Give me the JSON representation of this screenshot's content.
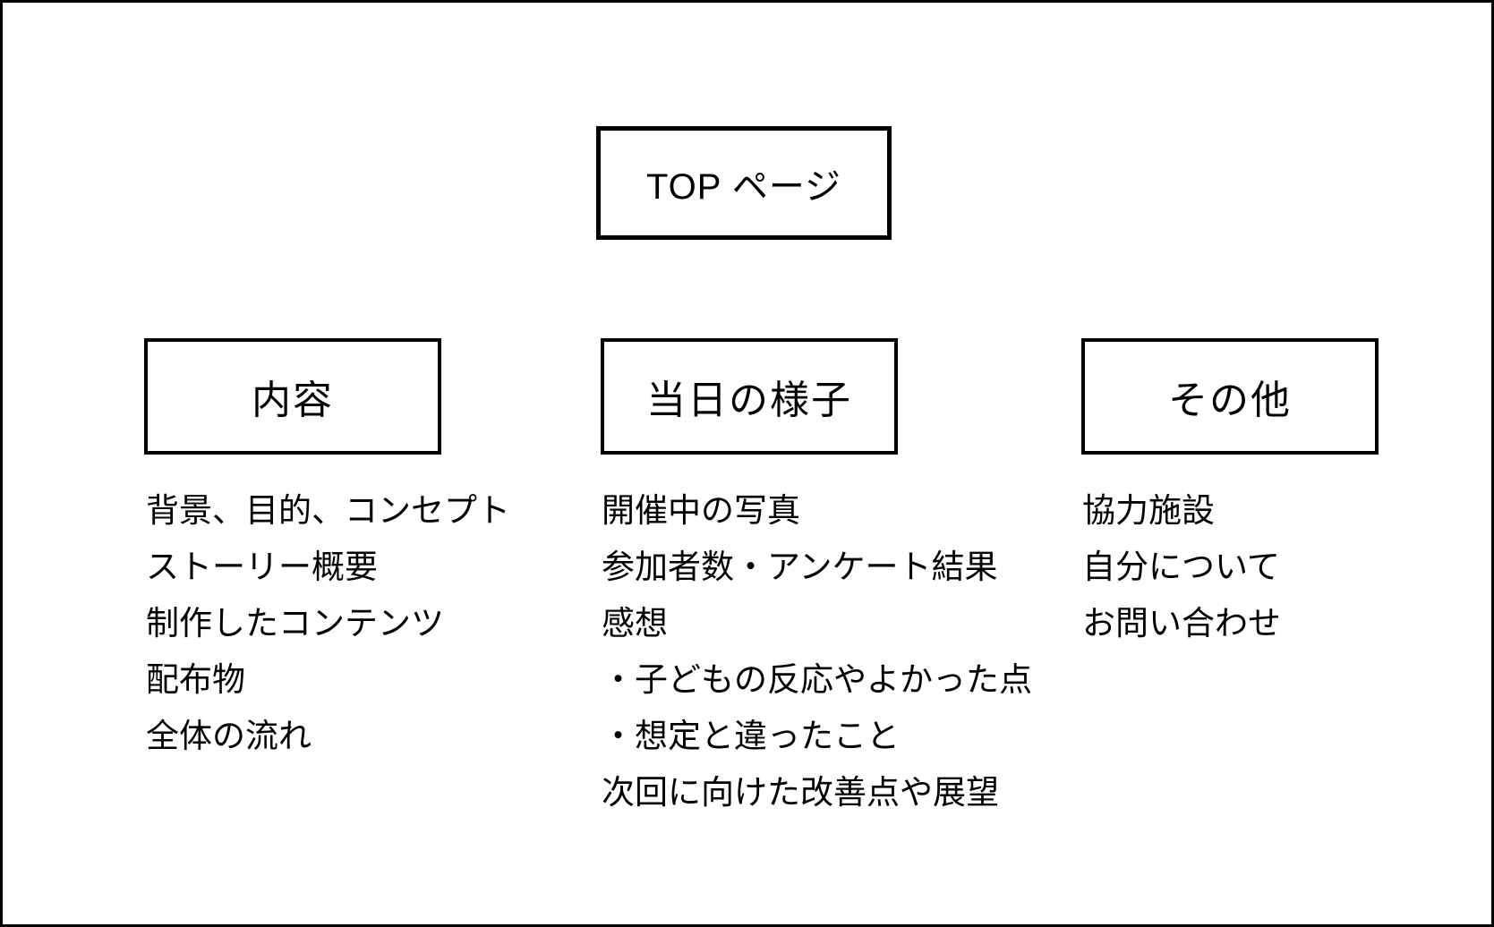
{
  "diagram": {
    "colors": {
      "background": "#ffffff",
      "border": "#000000",
      "text": "#000000"
    },
    "top_box": {
      "label": "TOP ページ"
    },
    "sections": [
      {
        "title": "内容",
        "items": [
          "背景、目的、コンセプト",
          "ストーリー概要",
          "制作したコンテンツ",
          "配布物",
          "全体の流れ"
        ]
      },
      {
        "title": "当日の様子",
        "items": [
          "開催中の写真",
          "参加者数・アンケート結果",
          "感想",
          "・子どもの反応やよかった点",
          "・想定と違ったこと",
          "次回に向けた改善点や展望"
        ]
      },
      {
        "title": "その他",
        "items": [
          "協力施設",
          "自分について",
          "お問い合わせ"
        ]
      }
    ]
  }
}
